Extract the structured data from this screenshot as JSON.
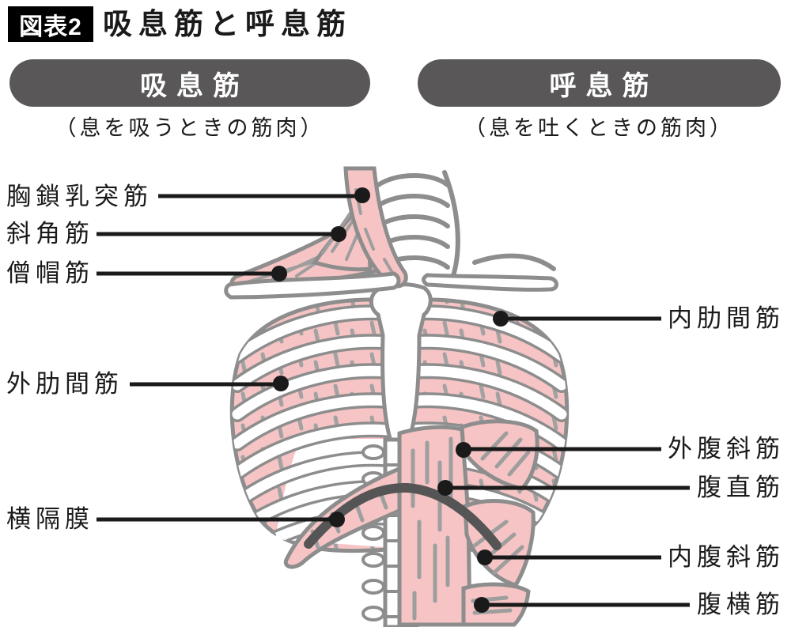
{
  "figure_label": "図表2",
  "title": "吸息筋と呼息筋",
  "inhale": {
    "heading": "吸息筋",
    "subtitle": "（息を吸うときの筋肉）",
    "labels": [
      "胸鎖乳突筋",
      "斜角筋",
      "僧帽筋",
      "外肋間筋",
      "横隔膜"
    ]
  },
  "exhale": {
    "heading": "呼息筋",
    "subtitle": "（息を吐くときの筋肉）",
    "labels": [
      "内肋間筋",
      "外腹斜筋",
      "腹直筋",
      "内腹斜筋",
      "腹横筋"
    ]
  },
  "colors": {
    "muscle_pink": "#f6c4c4",
    "outline_gray": "#8d8d8d",
    "fiber_gray": "#9e9e9e",
    "pill_gray": "#595757",
    "diaphragm_arc_gray": "#555555",
    "callout_black": "#1a1a1a",
    "badge_black": "#000000"
  }
}
